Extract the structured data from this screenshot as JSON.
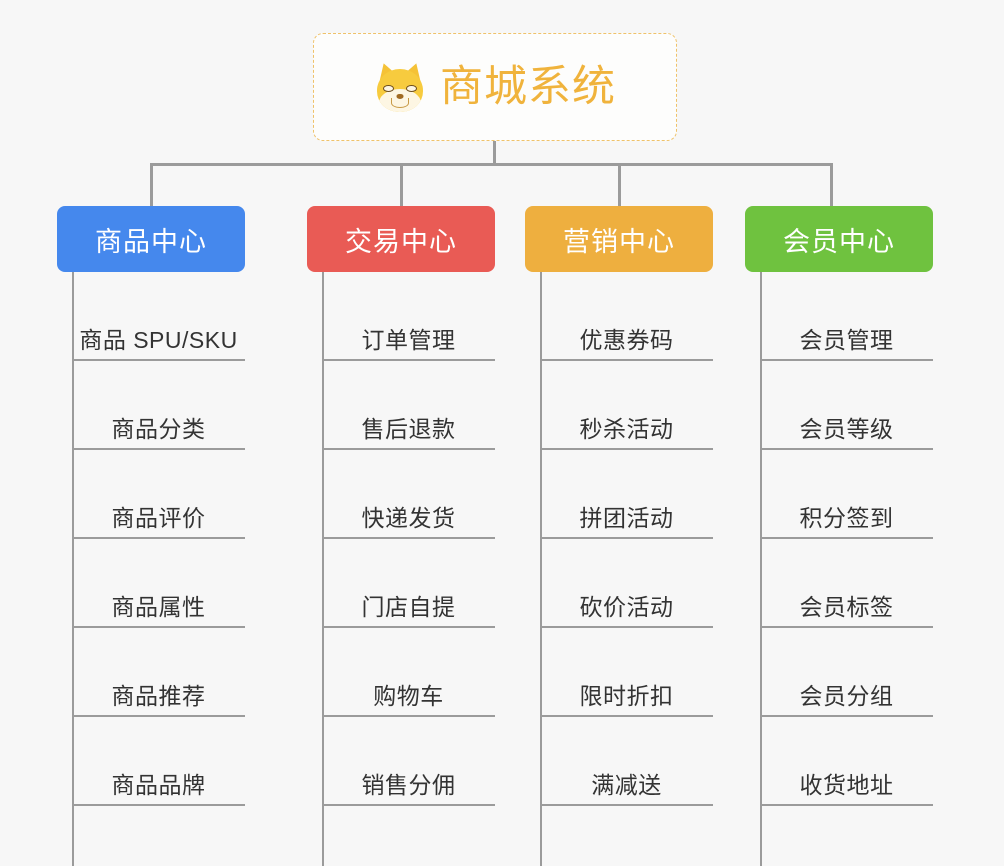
{
  "root": {
    "title": "商城系统",
    "icon": "shiba-dog-emoji",
    "border_color": "#efc26a",
    "text_color": "#f0b33c"
  },
  "columns": [
    {
      "id": "product-center",
      "title": "商品中心",
      "color": "#4588ed",
      "items": [
        "商品 SPU/SKU",
        "商品分类",
        "商品评价",
        "商品属性",
        "商品推荐",
        "商品品牌"
      ]
    },
    {
      "id": "trade-center",
      "title": "交易中心",
      "color": "#e95b55",
      "items": [
        "订单管理",
        "售后退款",
        "快递发货",
        "门店自提",
        "购物车",
        "销售分佣"
      ]
    },
    {
      "id": "marketing-center",
      "title": "营销中心",
      "color": "#eeaf3f",
      "items": [
        "优惠券码",
        "秒杀活动",
        "拼团活动",
        "砍价活动",
        "限时折扣",
        "满减送"
      ]
    },
    {
      "id": "member-center",
      "title": "会员中心",
      "color": "#6fc23f",
      "items": [
        "会员管理",
        "会员等级",
        "积分签到",
        "会员标签",
        "会员分组",
        "收货地址"
      ]
    }
  ],
  "connector_color": "#9b9b9b",
  "background_color": "#f7f7f7"
}
